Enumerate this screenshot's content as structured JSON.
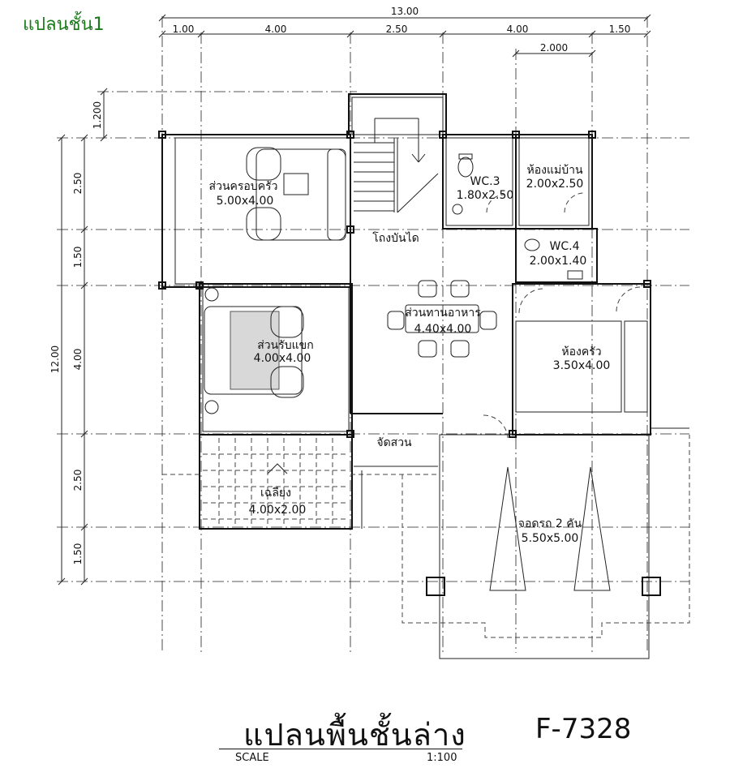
{
  "corner_label": "แปลนชั้น1",
  "dimensions": {
    "top_total": "13.00",
    "top_segments": [
      "1.00",
      "4.00",
      "2.50",
      "4.00",
      "1.50"
    ],
    "top_sub": "2.000",
    "left_offset": "1.200",
    "left_total": "12.00",
    "left_segments": [
      "2.50",
      "1.50",
      "4.00",
      "2.50",
      "1.50"
    ]
  },
  "rooms": [
    {
      "name": "ส่วนครอบครัว",
      "size": "5.00x4.00"
    },
    {
      "name": "WC.3",
      "size": "1.80x2.50"
    },
    {
      "name": "ห้องแม่บ้าน",
      "size": "2.00x2.50"
    },
    {
      "name": "โถงบันได",
      "size": ""
    },
    {
      "name": "WC.4",
      "size": "2.00x1.40"
    },
    {
      "name": "ส่วนทานอาหาร",
      "size": "4.40x4.00"
    },
    {
      "name": "ส่วนรับแขก",
      "size": "4.00x4.00"
    },
    {
      "name": "ห้องครัว",
      "size": "3.50x4.00"
    },
    {
      "name": "จัดสวน",
      "size": ""
    },
    {
      "name": "เฉลียง",
      "size": "4.00x2.00"
    },
    {
      "name": "จอดรถ 2 คัน",
      "size": "5.50x5.00"
    }
  ],
  "title": "แปลนพื้นชั้นล่าง",
  "code": "F-7328",
  "scale_label": "SCALE",
  "scale_value": "1:100"
}
